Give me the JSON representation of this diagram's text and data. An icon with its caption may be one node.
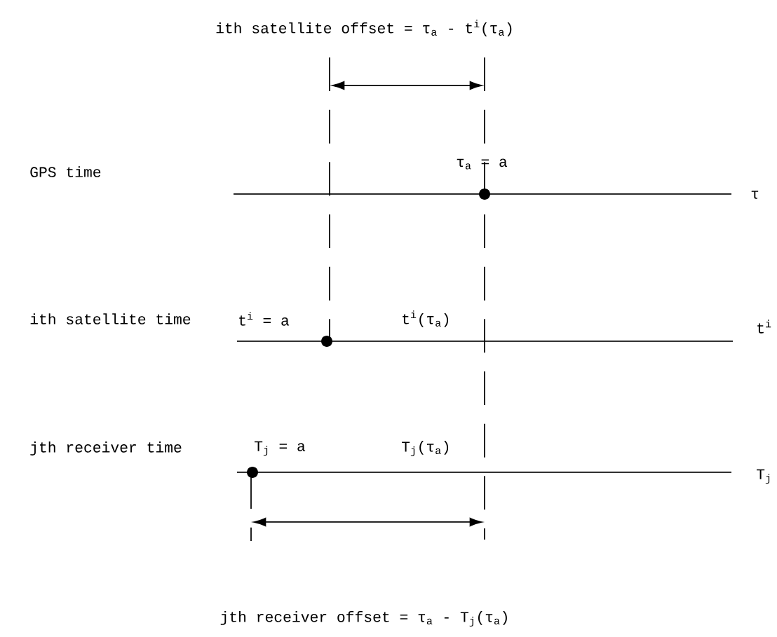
{
  "diagram": {
    "labels": [
      "ith satellite offset = τ$_{a}$ - t$^{i}$(τ$_{a}$)",
      "GPS time",
      "τ$_{a}$ = a",
      "τ",
      "ith satellite time",
      "t$^{i}$ = a",
      "t$^{i}$(τ$_{a}$)",
      "t$^{i}$",
      "jth receiver time",
      "T$_{j}$ = a",
      "T$_{j}$(τ$_{a}$)",
      "T$_{j}$",
      "jth receiver offset = τ$_{a}$ - T$_{j}$(τ$_{a}$)"
    ]
  }
}
